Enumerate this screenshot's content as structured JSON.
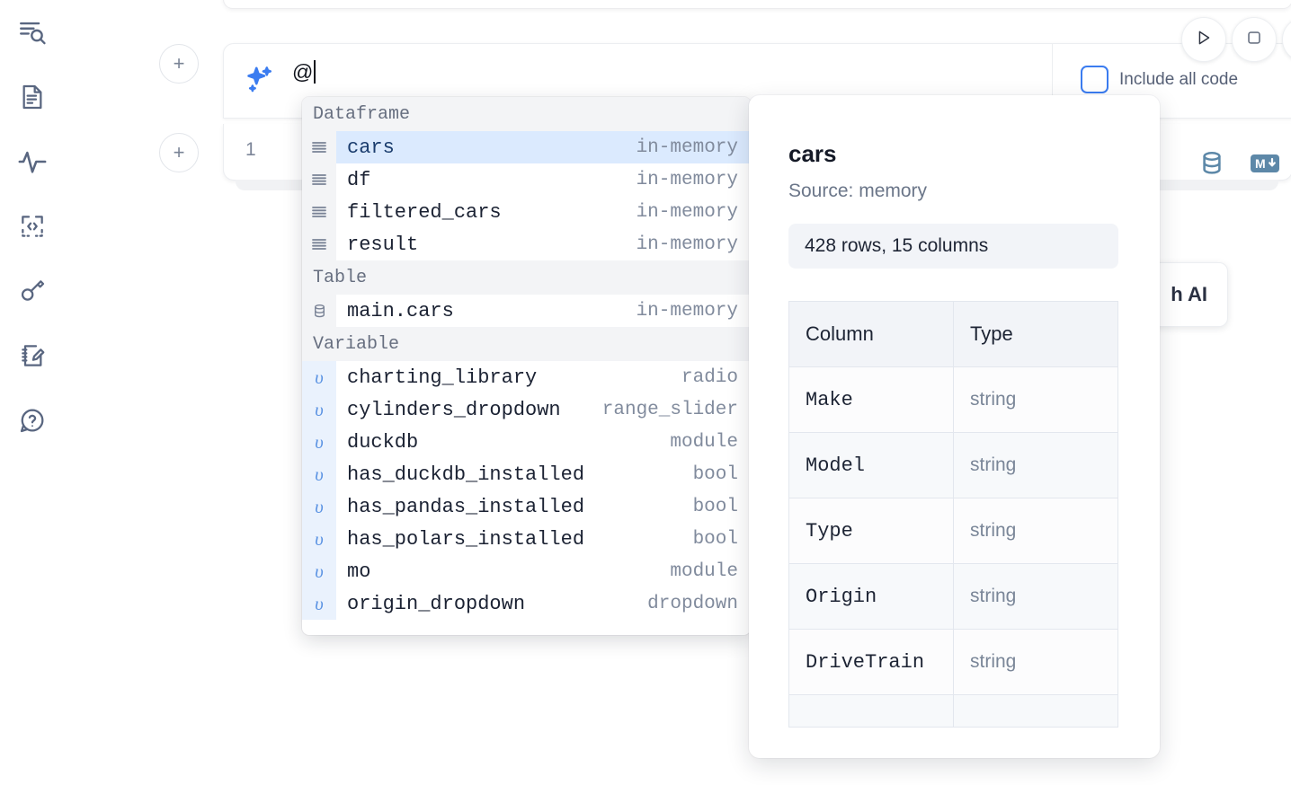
{
  "sidebar": {
    "items": [
      {
        "icon": "file-search-icon",
        "name": "explore"
      },
      {
        "icon": "document-icon",
        "name": "notebook"
      },
      {
        "icon": "activity-icon",
        "name": "variables"
      },
      {
        "icon": "code-snippet-icon",
        "name": "snippets"
      },
      {
        "icon": "key-icon",
        "name": "secrets"
      },
      {
        "icon": "scratchpad-icon",
        "name": "scratchpad"
      },
      {
        "icon": "help-chat-icon",
        "name": "help"
      }
    ]
  },
  "toolbar": {
    "run_icon": "play-icon",
    "stop_icon": "stop-icon",
    "include_all_code_label": "Include all code",
    "include_all_code_checked": false,
    "accent_color": "#3b7cf0"
  },
  "ai_cell": {
    "icon": "sparkle-icon",
    "input_value": "@",
    "placeholder": ""
  },
  "code_cell": {
    "line_number": "1",
    "icons": [
      {
        "name": "database-icon",
        "color": "#5d88a8"
      },
      {
        "name": "markdown-icon",
        "label": "M",
        "color": "#5d88a8"
      }
    ]
  },
  "ai_card": {
    "label": "h AI"
  },
  "autocomplete": {
    "groups": [
      {
        "label": "Dataframe",
        "items": [
          {
            "name": "cars",
            "meta": "in-memory",
            "icon": "dataframe-icon",
            "selected": true
          },
          {
            "name": "df",
            "meta": "in-memory",
            "icon": "dataframe-icon",
            "selected": false
          },
          {
            "name": "filtered_cars",
            "meta": "in-memory",
            "icon": "dataframe-icon",
            "selected": false
          },
          {
            "name": "result",
            "meta": "in-memory",
            "icon": "dataframe-icon",
            "selected": false
          }
        ]
      },
      {
        "label": "Table",
        "items": [
          {
            "name": "main.cars",
            "meta": "in-memory",
            "icon": "table-icon",
            "selected": false
          }
        ]
      },
      {
        "label": "Variable",
        "items": [
          {
            "name": "charting_library",
            "meta": "radio",
            "icon": "variable-icon",
            "selected": false
          },
          {
            "name": "cylinders_dropdown",
            "meta": "range_slider",
            "icon": "variable-icon",
            "selected": false
          },
          {
            "name": "duckdb",
            "meta": "module",
            "icon": "variable-icon",
            "selected": false
          },
          {
            "name": "has_duckdb_installed",
            "meta": "bool",
            "icon": "variable-icon",
            "selected": false
          },
          {
            "name": "has_pandas_installed",
            "meta": "bool",
            "icon": "variable-icon",
            "selected": false
          },
          {
            "name": "has_polars_installed",
            "meta": "bool",
            "icon": "variable-icon",
            "selected": false
          },
          {
            "name": "mo",
            "meta": "module",
            "icon": "variable-icon",
            "selected": false
          },
          {
            "name": "origin_dropdown",
            "meta": "dropdown",
            "icon": "variable-icon",
            "selected": false
          }
        ]
      }
    ]
  },
  "detail_panel": {
    "title": "cars",
    "source": "Source: memory",
    "stats": "428 rows, 15 columns",
    "table": {
      "headers": [
        "Column",
        "Type"
      ],
      "rows": [
        {
          "column": "Make",
          "type": "string"
        },
        {
          "column": "Model",
          "type": "string"
        },
        {
          "column": "Type",
          "type": "string"
        },
        {
          "column": "Origin",
          "type": "string"
        },
        {
          "column": "DriveTrain",
          "type": "string"
        }
      ]
    }
  }
}
